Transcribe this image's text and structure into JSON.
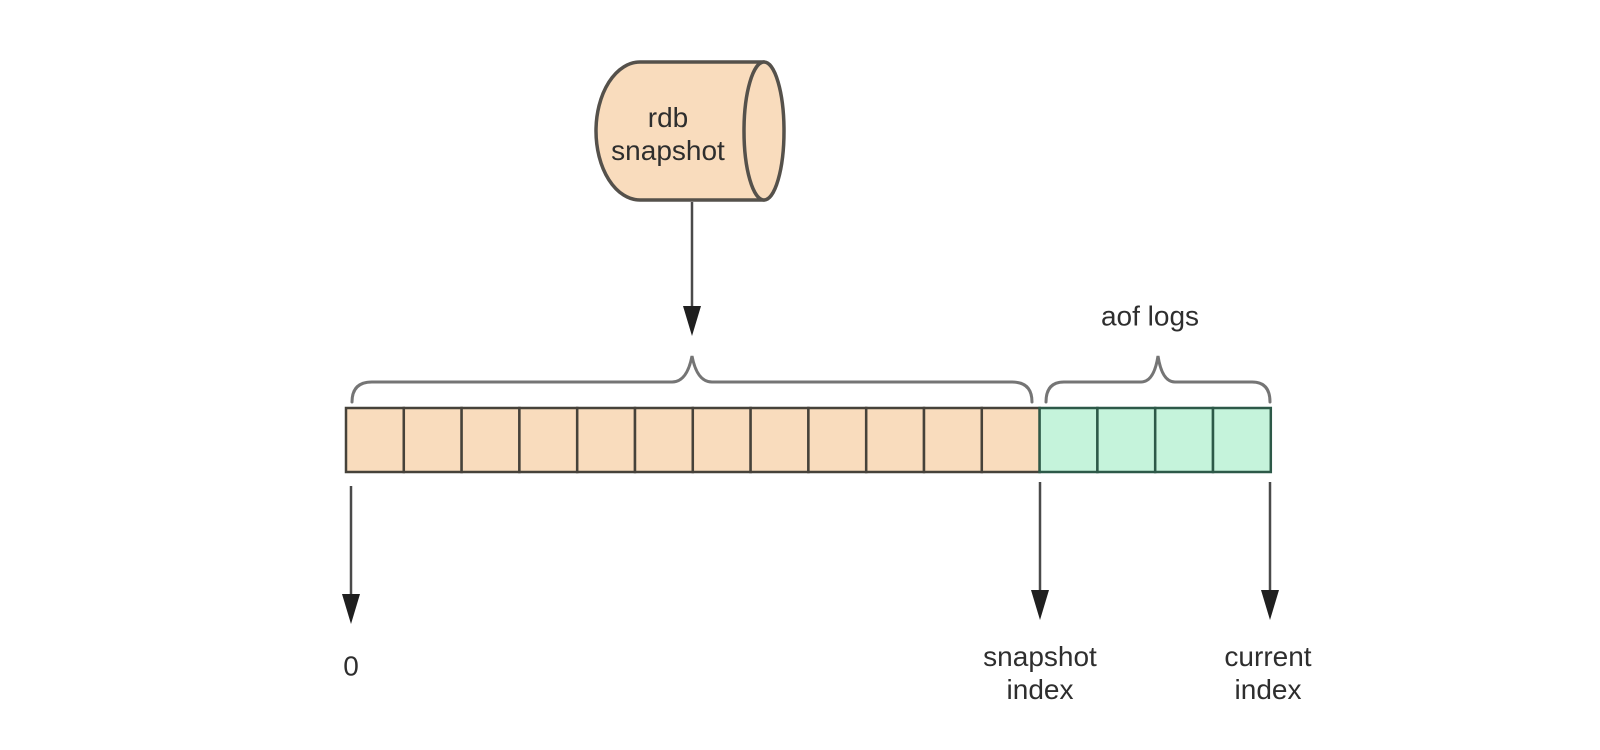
{
  "diagram": {
    "cylinder": {
      "label_line1": "rdb",
      "label_line2": "snapshot"
    },
    "aof_brace_label": "aof logs",
    "axis_labels": {
      "zero": "0",
      "snapshot_index_line1": "snapshot",
      "snapshot_index_line2": "index",
      "current_index_line1": "current",
      "current_index_line2": "index"
    },
    "bar": {
      "snapshot_cells": 12,
      "aof_cells": 4
    },
    "colors": {
      "snapshot_fill": "#f9dcbd",
      "snapshot_border": "#46423a",
      "aof_fill": "#c5f3db",
      "aof_border": "#2d5948",
      "cylinder_fill": "#f9dcbd",
      "cylinder_border": "#55514b",
      "brace": "#757575",
      "arrow_shaft": "#4a4a4a",
      "arrow_head": "#1f1f1f",
      "text": "#2e2e2e",
      "background": "#ffffff"
    }
  }
}
